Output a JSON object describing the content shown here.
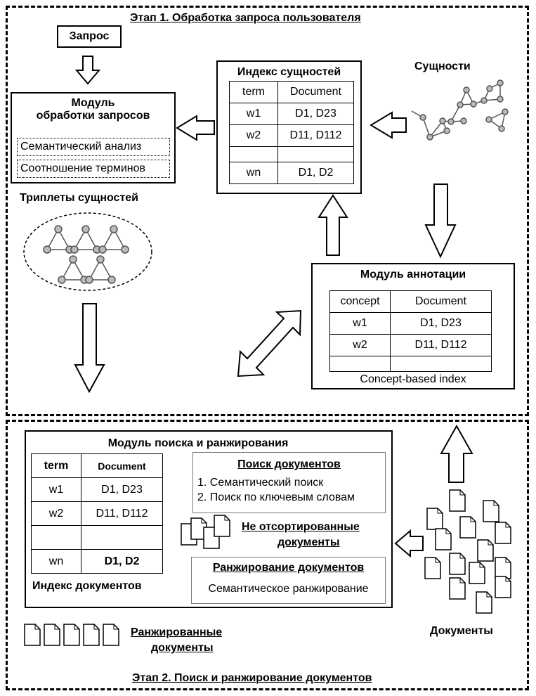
{
  "stage1": {
    "title": "Этап 1. Обработка запроса пользователя",
    "query": "Запрос",
    "query_module": {
      "title_line1": "Модуль",
      "title_line2": "обработки запросов",
      "items": [
        "Семантический анализ",
        "Соотношение терминов"
      ]
    },
    "entity_index": {
      "title": "Индекс сущностей",
      "headers": [
        "term",
        "Document"
      ],
      "rows": [
        [
          "w1",
          "D1, D23"
        ],
        [
          "w2",
          "D11, D112"
        ],
        [
          "",
          ""
        ],
        [
          "wn",
          "D1, D2"
        ]
      ]
    },
    "entities_label": "Сущности",
    "triplets_label": "Триплеты сущностей",
    "annotation_module": {
      "title": "Модуль аннотации",
      "headers": [
        "concept",
        "Document"
      ],
      "rows": [
        [
          "w1",
          "D1, D23"
        ],
        [
          "w2",
          "D11, D112"
        ],
        [
          "",
          ""
        ]
      ],
      "caption": "Concept-based index"
    }
  },
  "stage2": {
    "title": "Этап 2. Поиск и ранжирование документов",
    "search_module": {
      "title": "Модуль поиска и ранжирования",
      "headers": [
        "term",
        "Document"
      ],
      "rows": [
        [
          "w1",
          "D1, D23"
        ],
        [
          "w2",
          "D11, D112"
        ],
        [
          "",
          ""
        ],
        [
          "wn",
          "D1, D2"
        ]
      ],
      "index_label": "Индекс документов"
    },
    "doc_search": {
      "title": "Поиск документов",
      "items": [
        "1. Семантический поиск",
        "2. Поиск по ключевым словам"
      ]
    },
    "unsorted_line1": "Не отсортированные",
    "unsorted_line2": "документы",
    "ranking": {
      "title": "Ранжирование документов",
      "item": "Семантическое ранжирование"
    },
    "ranked_line1": "Ранжированные",
    "ranked_line2": "документы",
    "documents_label": "Документы"
  }
}
